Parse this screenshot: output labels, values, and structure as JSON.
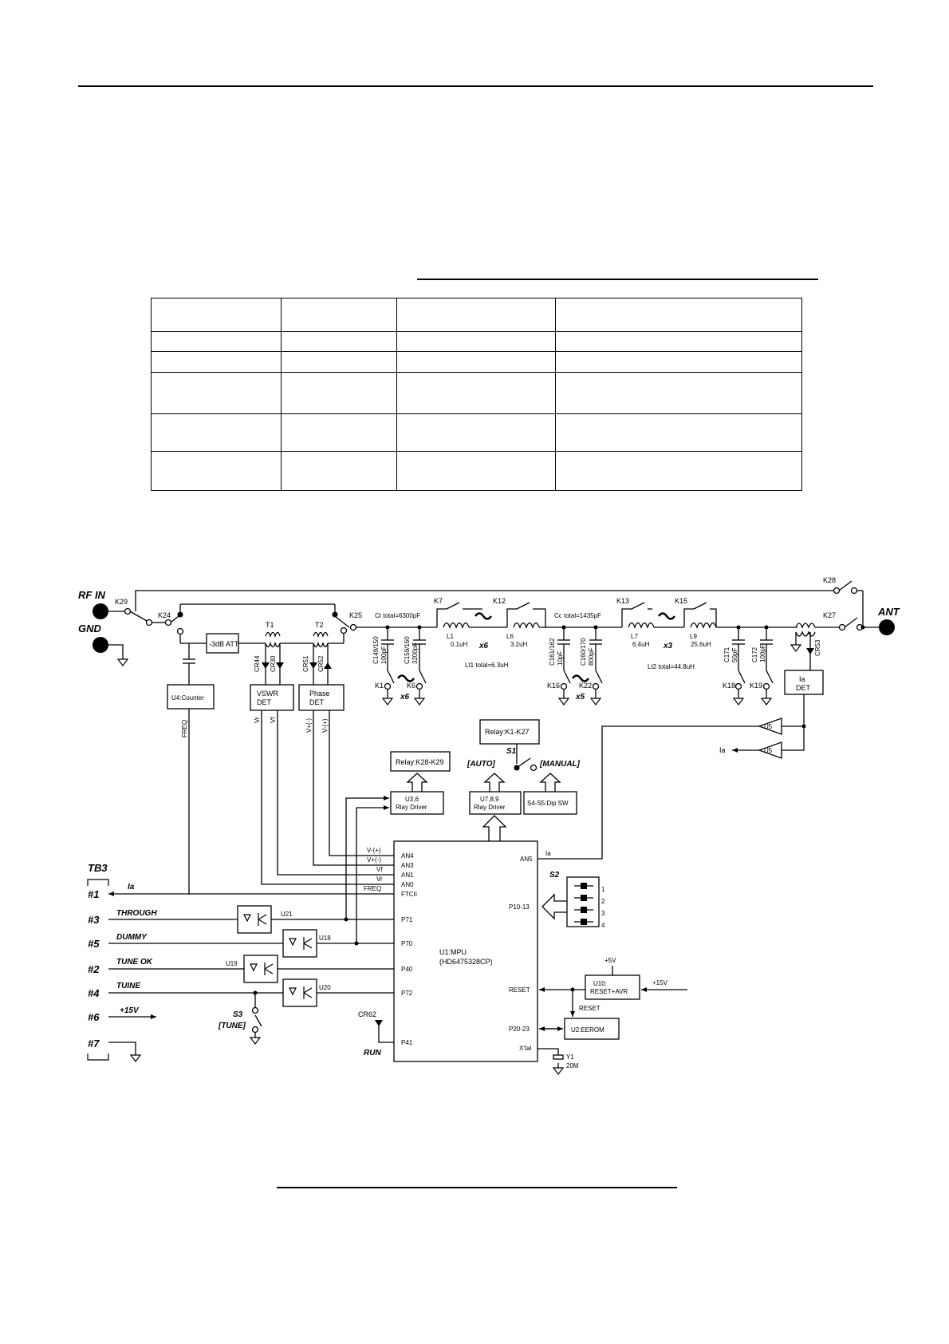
{
  "labels": {
    "rf_in": "RF IN",
    "gnd": "GND",
    "ant": "ANT",
    "k29": "K29",
    "k24": "K24",
    "k25": "K25",
    "k28": "K28",
    "k27": "K27",
    "att": "-3dB ATT",
    "t1": "T1",
    "t2": "T2",
    "cr44": "CR44",
    "cr30": "CR30",
    "cr51": "CR51",
    "cr52": "CR52",
    "vswr_l1": "VSWR",
    "vswr_l2": "DET",
    "phase_l1": "Phase",
    "phase_l2": "DET",
    "counter": "U4:Counter",
    "freq_v": "FREQ",
    "vr_v": "Vr",
    "vf_v": "Vf",
    "vm_v": "V+(-)",
    "vp_v": "V-(+)",
    "ct_total": "Ct total=6300pF",
    "c149": "C149/150",
    "c149v": "100pF",
    "c159": "C159/160",
    "c159v": "3200pF",
    "k1": "K1",
    "k6": "K6",
    "x6a": "x6",
    "k7": "K7",
    "k12": "K12",
    "l1": "L1",
    "l1v": "0.1uH",
    "l6": "L6",
    "l6v": "3.2uH",
    "x6b": "x6",
    "lt1": "Lt1 total=6.3uH",
    "cc_total": "Cc total=1435pF",
    "c161": "C161/162",
    "c161v": "10pF",
    "c160": "C160/170",
    "c160v": "800pF",
    "k16": "K16",
    "k22": "K22",
    "x5": "x5",
    "k13": "K13",
    "k15": "K15",
    "l7": "L7",
    "l7v": "6.4uH",
    "l9": "L9",
    "l9v": "25.6uH",
    "x3": "x3",
    "lt2": "Lt2 total=44.8uH",
    "c171": "C171",
    "c171v": "50pF",
    "c172": "C172",
    "c172v": "100pF",
    "k18": "K18",
    "k19": "K19",
    "cr53": "CR53",
    "ia_det1": "Ia",
    "ia_det2": "DET",
    "u5a": "U5",
    "u5b": "U5",
    "ia_out": "Ia",
    "relay_k1": "Relay:K1-K27",
    "s1": "S1",
    "auto": "[AUTO]",
    "manual": "[MANUAL]",
    "relay_k28": "Relay:K28-K29",
    "u36_l1": "U3,6",
    "u36_l2": "Rlay Driver",
    "u789_l1": "U7,8,9",
    "u789_l2": "Rlay Driver",
    "s4s5": "S4-S5:Dip SW",
    "mpu_l1": "U1:MPU",
    "mpu_l2": "(HD6475328CP)",
    "an4": "AN4",
    "an3": "AN3",
    "an1": "AN1",
    "an0": "AN0",
    "ftcii": "FTCII",
    "p71": "P71",
    "p70": "P70",
    "p40": "P40",
    "p72": "P72",
    "p41": "P41",
    "an5": "AN5",
    "p1013": "P10-13",
    "reset_pin": "RESET",
    "p2023": "P20-23",
    "xtal": "X'tal",
    "sig_vp": "V-(+)",
    "sig_vm": "V+(-)",
    "sig_vf": "Vf",
    "sig_vr": "Vr",
    "sig_freq": "FREQ",
    "sig_ia": "Ia",
    "s2": "S2",
    "sw1": "1",
    "sw2": "2",
    "sw3": "3",
    "sw4": "4",
    "tb3": "TB3",
    "t1n": "#1",
    "t3n": "#3",
    "t5n": "#5",
    "t2n": "#2",
    "t4n": "#4",
    "t6n": "#6",
    "t7n": "#7",
    "ia_tb": "Ia",
    "through": "THROUGH",
    "dummy": "DUMMY",
    "tune_ok": "TUNE OK",
    "tuine": "TUINE",
    "p15v_tb": "+15V",
    "u21": "U21",
    "u18": "U18",
    "u19": "U19",
    "u20": "U20",
    "s3": "S3",
    "tune": "[TUNE]",
    "cr62": "CR62",
    "run": "RUN",
    "p5v": "+5V",
    "u10_l1": "U10:",
    "u10_l2": "RESET+AVR",
    "p15v": "+15V",
    "reset_lbl": "RESET",
    "u2": "U2:EEROM",
    "y1": "Y1",
    "y1v": "20M"
  }
}
